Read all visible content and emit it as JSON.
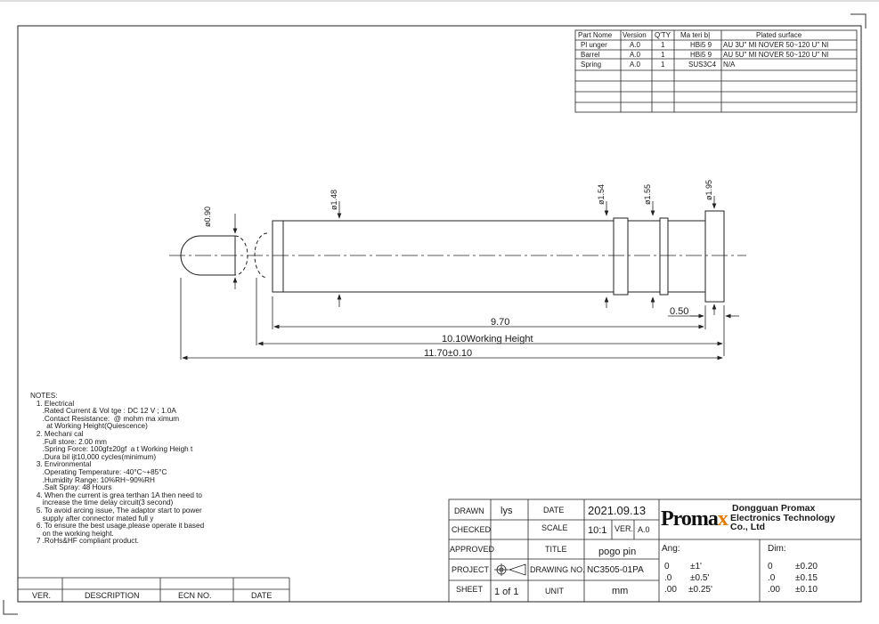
{
  "parts_table": {
    "headers": [
      "Part Nome",
      "Version",
      "Q'TY",
      "Ma teri b|",
      "Plated surface"
    ],
    "rows": [
      [
        "Pl unger",
        "A.0",
        "1",
        "HBi5 9",
        "AU  3U\" MI NOVER 50~120 U\" NI"
      ],
      [
        "Barrel",
        "A.0",
        "1",
        "HBi5 9",
        "AU  5U\" MI NOVER 50~120 U\" NI"
      ],
      [
        "Spring",
        "A.0",
        "1",
        "SUS3C4",
        "N/A"
      ]
    ]
  },
  "dimensions": {
    "d_plunger": "ø0.90",
    "d_barrel": "ø1.48",
    "d_groove1": "ø1.54",
    "d_groove2": "ø1.55",
    "d_flange": "ø1.95",
    "flange_width": "0.50",
    "body_length": "9.70",
    "working_height": "10.10Working Height",
    "total_length": "11.70±0.10"
  },
  "notes": {
    "title": "NOTES:",
    "lines": [
      "   1. Electrical",
      "      .Rated Current & Vol tge : DC 12 V ; 1.0A",
      "      .Contact Resistance:  @ mohm ma ximum",
      "        at Working Height(Quiescence)",
      "   2. Mechani cal",
      "      .Full store: 2.00 mm",
      "      .Spring Force: 100gf±20gf  a t Working Heigh t",
      "      .Dura bil ijt10,000 cycles(minimum)",
      "   3. Environmental",
      "      .Operating Temperature: -40°C~+85°C",
      "      .Humidity Range: 10%RH~90%RH",
      "      .Salt Spray: 48 Hours",
      "   4. When the current is grea terthan 1A then need to",
      "      increase the time delay circuit(3 second)",
      "   5. To avoid arcing issue, The adaptor start to power",
      "      supply after connector mated full y",
      "   6. To ensure the best usage,please operate it based",
      "      on the working height.",
      "   7 .RoHs&HF compliant product."
    ]
  },
  "revision_block": {
    "ver": "VER.",
    "description": "DESCRIPTION",
    "ecn": "ECN NO.",
    "date": "DATE"
  },
  "title_block": {
    "drawn_label": "DRAWN",
    "drawn_value": "lys",
    "checked_label": "CHECKED",
    "approved_label": "APPROVED",
    "project_label": "PROJECT",
    "sheet_label": "SHEET",
    "sheet_value": "1  of  1",
    "date_label": "DATE",
    "date_value": "2021.09.13",
    "scale_label": "SCALE",
    "scale_value": "10:1",
    "ver_label": "VER.",
    "ver_value": "A.0",
    "title_label": "TITLE",
    "title_value": "pogo pin",
    "drawing_no_label": "DRAWING NO.",
    "drawing_no_value": "NC3505-01PA",
    "unit_label": "UNIT",
    "unit_value": "mm",
    "company_line1": "Dongguan Promax",
    "company_line2": "Electronics Technology",
    "company_line3": "Co., Ltd",
    "logo_text": "Proma",
    "logo_accent": "x",
    "ang_label": "Ang:",
    "ang_rows": [
      [
        "0",
        "±1'"
      ],
      [
        ".0",
        "±0.5'"
      ],
      [
        ".00",
        "±0.25'"
      ]
    ],
    "dim_label": "Dim:",
    "dim_rows": [
      [
        "0",
        "±0.20"
      ],
      [
        ".0",
        "±0.15"
      ],
      [
        ".00",
        "±0.10"
      ]
    ]
  }
}
